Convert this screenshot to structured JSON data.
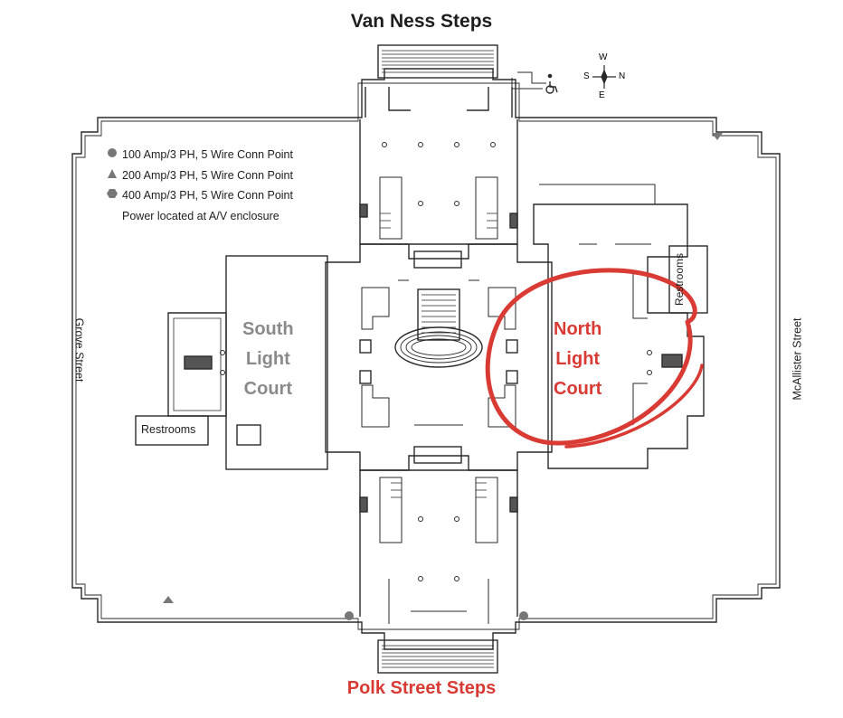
{
  "titles": {
    "top_steps": "Van Ness Steps",
    "bottom_steps": "Polk Street Steps"
  },
  "legend": {
    "items": [
      {
        "symbol": "circle",
        "label": "100 Amp/3 PH, 5 Wire Conn Point"
      },
      {
        "symbol": "triangle",
        "label": "200 Amp/3 PH, 5 Wire Conn Point"
      },
      {
        "symbol": "hexagon",
        "label": "400 Amp/3 PH, 5 Wire Conn Point"
      }
    ],
    "note": "Power located at A/V enclosure"
  },
  "courts": {
    "south": [
      "South",
      "Light",
      "Court"
    ],
    "north": [
      "North",
      "Light",
      "Court"
    ]
  },
  "streets": {
    "left": "Grove Street",
    "right": "McAllister Street"
  },
  "rooms": {
    "restrooms_left": "Restrooms",
    "restrooms_right": "Restrooms"
  },
  "compass": {
    "w": "W",
    "n": "N",
    "s": "S",
    "e": "E"
  },
  "colors": {
    "line": "#2a2a2a",
    "highlight": "#d93a34",
    "muted_label": "#8a8a8a",
    "legend_symbol": "#777777"
  },
  "icons": {
    "accessibility": "wheelchair-icon",
    "compass": "compass-rose-icon"
  }
}
